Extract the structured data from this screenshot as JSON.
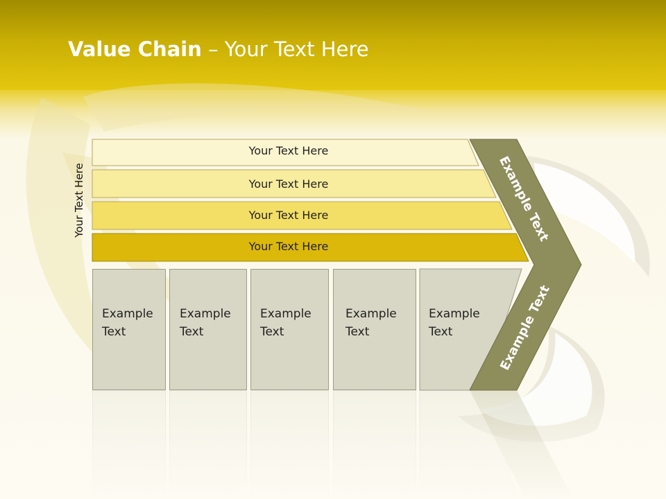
{
  "title": {
    "bold": "Value Chain",
    "rest": " – Your Text Here"
  },
  "side_label": "Your Text Here",
  "rows": [
    "Your Text Here",
    "Your Text Here",
    "Your Text Here",
    "Your Text Here"
  ],
  "boxes": [
    {
      "line1": "Example",
      "line2": "Text"
    },
    {
      "line1": "Example",
      "line2": "Text"
    },
    {
      "line1": "Example",
      "line2": "Text"
    },
    {
      "line1": "Example",
      "line2": "Text"
    },
    {
      "line1": "Example",
      "line2": "Text"
    }
  ],
  "chevron": {
    "upper_label": "Example Text",
    "lower_label": "Example Text"
  },
  "colors": {
    "header": "#c9ae05",
    "row1": "#fbf5d0",
    "row2": "#f8ec9e",
    "row3": "#f4df66",
    "row4": "#dcb80b",
    "box": "#d8d7c6",
    "chevron": "#8e8d5c"
  }
}
